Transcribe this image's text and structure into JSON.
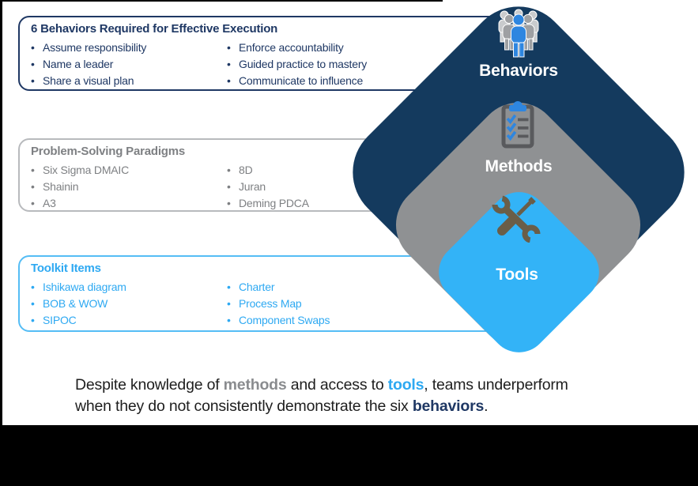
{
  "panels": [
    {
      "title": "6 Behaviors Required for Effective Execution",
      "col1": [
        "Assume responsibility",
        "Name a leader",
        "Share a visual plan"
      ],
      "col2": [
        "Enforce accountability",
        "Guided practice to mastery",
        "Communicate to influence"
      ]
    },
    {
      "title": "Problem-Solving Paradigms",
      "col1": [
        "Six Sigma DMAIC",
        "Shainin",
        "A3"
      ],
      "col2": [
        "8D",
        "Juran",
        "Deming PDCA"
      ]
    },
    {
      "title": "Toolkit Items",
      "col1": [
        "Ishikawa diagram",
        "BOB & WOW",
        "SIPOC"
      ],
      "col2": [
        "Charter",
        "Process Map",
        "Component Swaps"
      ]
    }
  ],
  "diamonds": [
    {
      "label": "Behaviors",
      "icon": "people-group-icon",
      "color": "#143A5E"
    },
    {
      "label": "Methods",
      "icon": "clipboard-checklist-icon",
      "color": "#8F9193"
    },
    {
      "label": "Tools",
      "icon": "crossed-tools-icon",
      "color": "#33B3F7"
    }
  ],
  "caption": {
    "line1": [
      "Despite knowledge of ",
      "methods",
      " and access to ",
      "tools",
      ", teams underperform"
    ],
    "line2": [
      "when they do not consistently demonstrate the six ",
      "behaviors",
      "."
    ]
  },
  "colors": {
    "navy_text": "#1F3864",
    "navy_diamond": "#143A5E",
    "gray_diamond": "#8F9193",
    "gray_text": "#7E8083",
    "blue_diamond": "#33B3F7",
    "blue_text": "#2EA9F2",
    "icon_accent_blue": "#2E86E0",
    "tools_icon_color": "#6A5E48",
    "clipboard_stroke": "#595A5D"
  }
}
